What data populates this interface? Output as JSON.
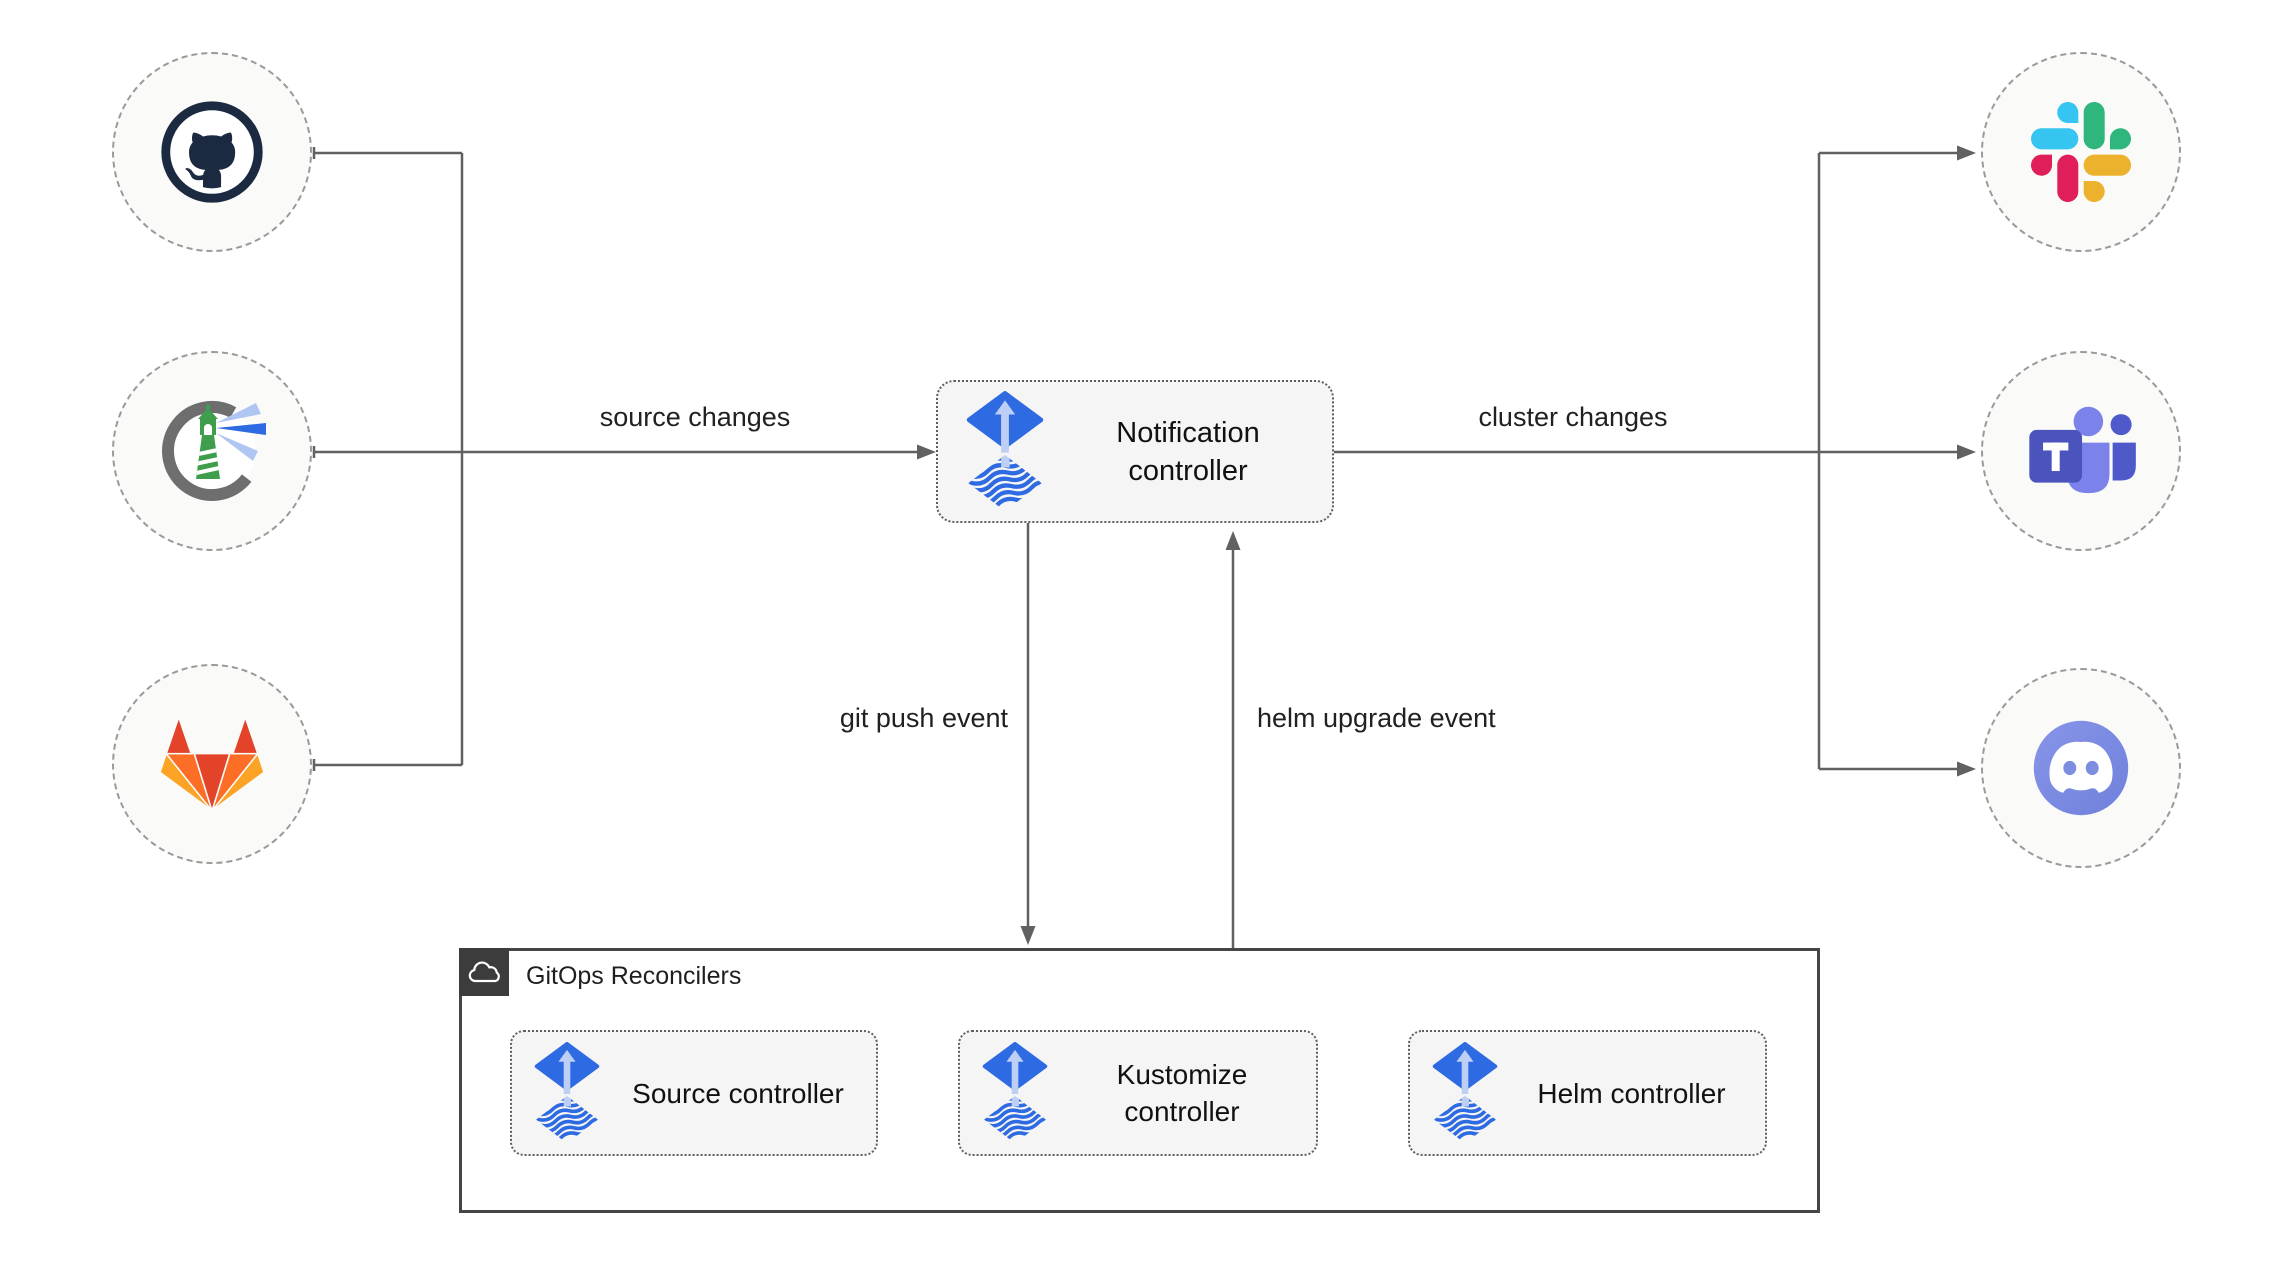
{
  "diagram": {
    "kind": "flux-gitops-notification-architecture",
    "colors": {
      "flux_blue": "#2E6BE2",
      "flux_light_arrow": "#BDCFF4",
      "wire_gray": "#616161",
      "node_fill": "#F5F5F5",
      "node_border": "#5E5E5E",
      "circle_fill": "#FAFAF8",
      "circle_border": "#9A9A9A",
      "group_border": "#454545",
      "group_header_bg": "#3C3C3C",
      "gitlab_red": "#E24329",
      "gitlab_orange": "#FC6D26",
      "gitlab_yellow": "#FCA326",
      "slack_blue": "#36C5F0",
      "slack_green": "#2EB67D",
      "slack_yellow": "#ECB22E",
      "slack_red": "#E01E5A",
      "teams_purple": "#4B53BC",
      "discord_blurple": "#7D8EE1",
      "harbor_green": "#3E9E4B",
      "github_dark": "#1B2A41"
    },
    "sources": [
      {
        "icon": "github-icon"
      },
      {
        "icon": "harbor-icon"
      },
      {
        "icon": "gitlab-icon"
      }
    ],
    "targets": [
      {
        "icon": "slack-icon"
      },
      {
        "icon": "microsoft-teams-icon"
      },
      {
        "icon": "discord-icon"
      }
    ],
    "nodes": {
      "notification": {
        "label": "Notification controller",
        "icon": "flux-icon"
      },
      "source": {
        "label": "Source controller",
        "icon": "flux-icon"
      },
      "kustomize": {
        "label": "Kustomize controller",
        "icon": "flux-icon"
      },
      "helm": {
        "label": "Helm controller",
        "icon": "flux-icon"
      }
    },
    "group": {
      "label": "GitOps Reconcilers",
      "icon": "cloud-icon"
    },
    "edges": {
      "source_changes": {
        "label": "source changes"
      },
      "cluster_changes": {
        "label": "cluster changes"
      },
      "git_push": {
        "label": "git push event"
      },
      "helm_upgrade": {
        "label": "helm upgrade event"
      }
    }
  }
}
